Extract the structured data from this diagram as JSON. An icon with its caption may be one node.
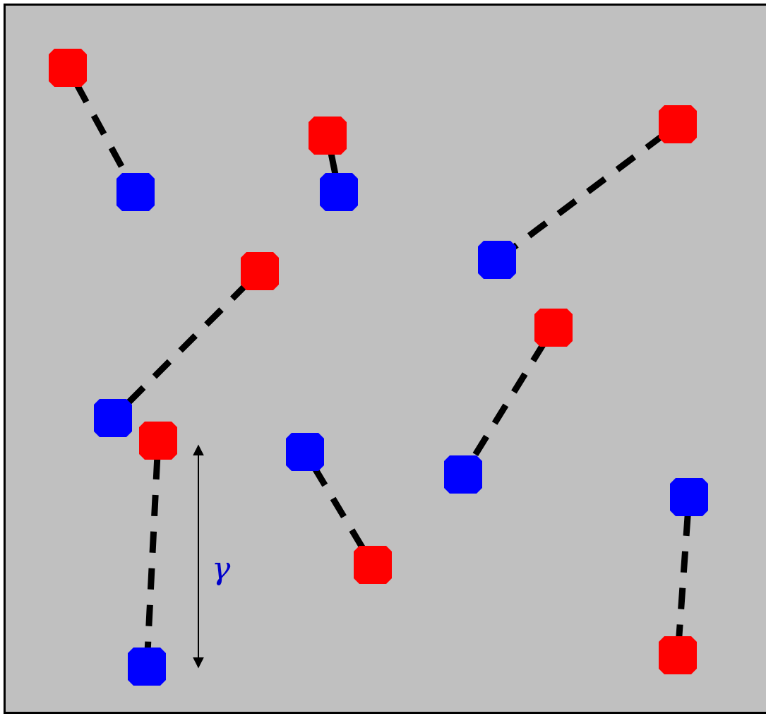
{
  "diagram": {
    "nodes": [
      {
        "text": [],
        "shape": "octagon"
      },
      {
        "text": [],
        "shape": "octagon"
      },
      {
        "text": [],
        "shape": "octagon"
      },
      {
        "text": [],
        "shape": "octagon"
      },
      {
        "text": [],
        "shape": "octagon"
      },
      {
        "text": [],
        "shape": "octagon"
      },
      {
        "text": [],
        "shape": "octagon"
      },
      {
        "text": [],
        "shape": "octagon"
      },
      {
        "text": [],
        "shape": "octagon"
      },
      {
        "text": [],
        "shape": "octagon"
      },
      {
        "text": [],
        "shape": "octagon"
      },
      {
        "text": [],
        "shape": "octagon"
      },
      {
        "text": [],
        "shape": "octagon"
      },
      {
        "text": [],
        "shape": "octagon"
      },
      {
        "text": [],
        "shape": "octagon"
      },
      {
        "text": [],
        "shape": "octagon"
      }
    ],
    "edges": [
      {
        "from": 0,
        "to": 3,
        "arrow": "none",
        "style": "dashed"
      },
      {
        "from": 2,
        "to": 4,
        "arrow": "none",
        "style": "dashed"
      },
      {
        "from": 1,
        "to": 5,
        "arrow": "none",
        "style": "dashed"
      },
      {
        "from": 6,
        "to": 8,
        "arrow": "none",
        "style": "dashed"
      },
      {
        "from": 7,
        "to": 11,
        "arrow": "none",
        "style": "dashed"
      },
      {
        "from": 9,
        "to": 15,
        "arrow": "none",
        "style": "dashed"
      },
      {
        "from": 10,
        "to": 13,
        "arrow": "none",
        "style": "dashed"
      },
      {
        "from": 12,
        "to": 14,
        "arrow": "none",
        "style": "dashed"
      }
    ],
    "labels": [
      "γ"
    ]
  }
}
